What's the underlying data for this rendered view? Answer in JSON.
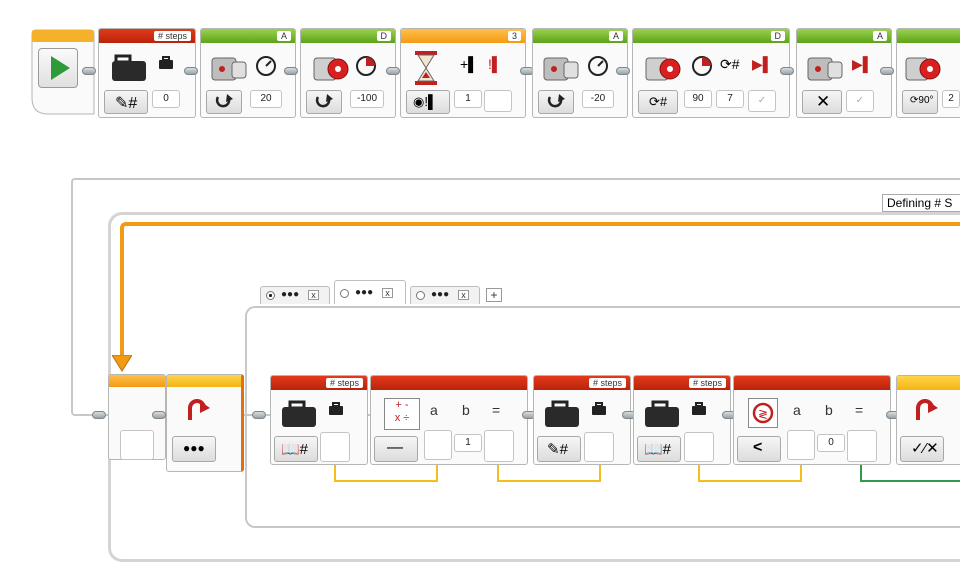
{
  "colors": {
    "action": "#5ea21a",
    "flow": "#f39a14",
    "data": "#e23a1a",
    "wire_yellow": "#f0c020",
    "wire_green": "#2e9a4a",
    "loop": "#bdbdbd"
  },
  "top_row": {
    "start": {
      "icon": "play-icon"
    },
    "var1": {
      "tag": "# steps",
      "mode_icon": "pencil-hash-icon",
      "value": "0"
    },
    "motor1": {
      "port": "A",
      "mode_icon": "rotate-icon",
      "value": "20"
    },
    "motor2": {
      "port": "D",
      "mode_icon": "rotate-icon",
      "value": "-100"
    },
    "wait": {
      "port": "3",
      "mode_icon": "compare-icon",
      "value": "1"
    },
    "motor3": {
      "port": "A",
      "mode_icon": "rotate-icon",
      "value": "-20"
    },
    "motor4": {
      "port": "D",
      "mode_icon": "rotations-icon",
      "value1": "90",
      "value2": "7"
    },
    "motor5": {
      "port": "A",
      "mode_icon": "off-icon"
    },
    "motor6": {
      "port": "",
      "mode_icon": "degrees-icon",
      "value": "2"
    }
  },
  "comment": {
    "text": "Defining # S"
  },
  "switch_tabs": [
    {
      "selected": true
    },
    {
      "selected": false
    },
    {
      "selected": false
    }
  ],
  "add_tab_label": "+",
  "tab_close_label": "x",
  "bottom_row": {
    "var_read1": {
      "tag": "# steps",
      "mode": "read"
    },
    "math": {
      "symbol_a": "a",
      "symbol_b": "b",
      "equals": "=",
      "op": "—",
      "value_b": "1"
    },
    "var_write": {
      "tag": "# steps",
      "mode": "write"
    },
    "var_read2": {
      "tag": "# steps",
      "mode": "read"
    },
    "compare": {
      "symbol_a": "a",
      "symbol_b": "b",
      "equals": "=",
      "op": "<",
      "value_b": "0"
    }
  }
}
